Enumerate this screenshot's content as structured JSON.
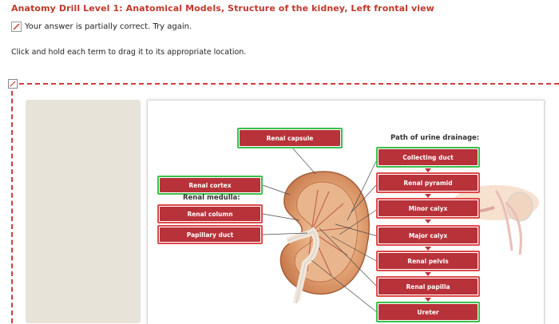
{
  "header": {
    "title": "Anatomy Drill Level 1: Anatomical Models, Structure of the kidney, Left frontal view",
    "feedback": "Your answer is partially correct.  Try again.",
    "instructions": "Click and hold each term to drag it to its appropriate location."
  },
  "diagram": {
    "left_labels": {
      "renal_capsule": "Renal capsule",
      "renal_cortex": "Renal cortex",
      "renal_medulla_heading": "Renal medulla:",
      "renal_column": "Renal column",
      "papillary_duct": "Papillary duct"
    },
    "path_heading": "Path of urine drainage:",
    "path_labels": [
      "Collecting duct",
      "Renal pyramid",
      "Minor calyx",
      "Major calyx",
      "Renal pelvis",
      "Renal papilla",
      "Ureter"
    ]
  },
  "colors": {
    "title": "#c0392b",
    "label_fill": "#b8323a",
    "correct_border": "#3cbf4a",
    "incorrect_border": "#e04848",
    "dashed_border": "#d23c3c"
  }
}
